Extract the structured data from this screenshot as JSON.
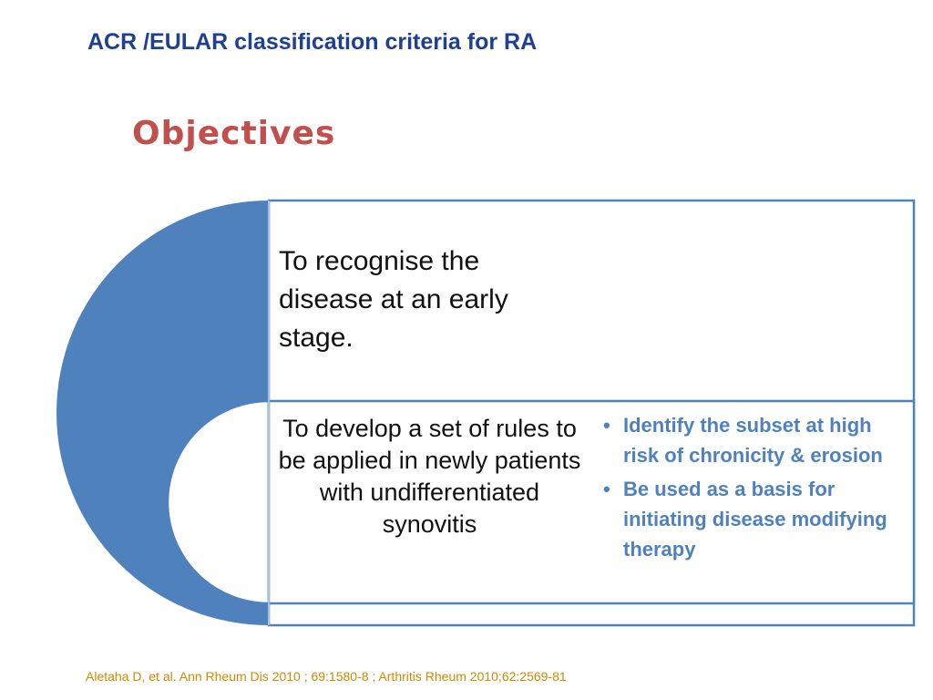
{
  "header": {
    "title": "ACR /EULAR classification criteria for RA",
    "subtitle": "Objectives"
  },
  "diagram": {
    "outer_objective": "To recognise the disease at an early stage.",
    "inner_objective": "To develop a set of rules to be applied in newly patients with undifferentiated synovitis",
    "bullets": [
      "Identify the subset at high risk of chronicity & erosion",
      "Be used as a basis for initiating disease modifying therapy"
    ],
    "colors": {
      "fill": "#4f81bd",
      "border": "#4f81bd",
      "bullet_text": "#4f81bd",
      "title": "#1f3f8f",
      "subtitle": "#c0504d",
      "citation": "#d08a00"
    }
  },
  "footer": {
    "citation": "Aletaha D, et al. Ann Rheum Dis 2010 ; 69:1580-8 ; Arthritis Rheum 2010;62:2569-81"
  }
}
